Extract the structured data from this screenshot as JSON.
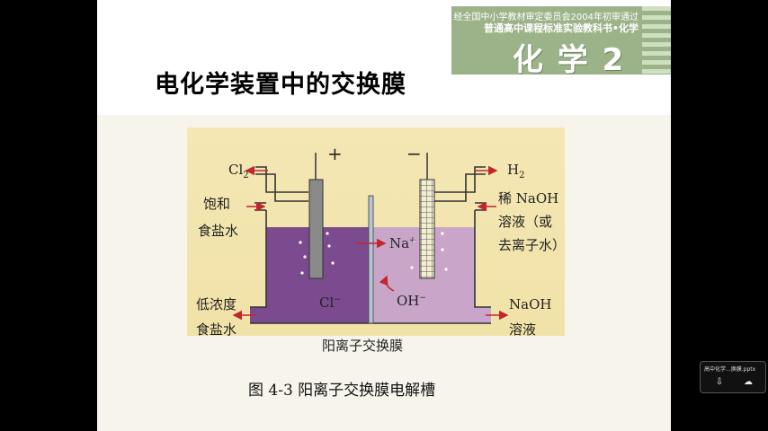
{
  "slide": {
    "title": "电化学装置中的交换膜",
    "banner": {
      "line1": "经全国中小学教材审定委员会2004年初审通过",
      "line2": "普通高中课程标准实验教科书•化学",
      "subject": "化 学 2"
    }
  },
  "diagram": {
    "plus": "+",
    "minus": "−",
    "cl2": "Cl",
    "cl2_sub": "2",
    "h2": "H",
    "h2_sub": "2",
    "left_in_1": "饱和",
    "left_in_2": "食盐水",
    "left_out_1": "低浓度",
    "left_out_2": "食盐水",
    "right_in_1": "稀 NaOH",
    "right_in_2": "溶液（或",
    "right_in_3": "去离子水）",
    "right_out_1": "NaOH",
    "right_out_2": "溶液",
    "na": "Na",
    "na_sup": "+",
    "cl_ion": "Cl",
    "cl_sup": "−",
    "oh": "OH",
    "oh_sup": "−",
    "membrane": "阳离子交换膜",
    "caption": "图 4-3    阳离子交换膜电解槽"
  },
  "popup": {
    "filename": "高中化学...换膜.pptx"
  },
  "colors": {
    "left_solution": "#7b4a8f",
    "right_solution": "#c9a6c9",
    "banner": "#9cb38a",
    "figure_bg": "#f7f4ec"
  }
}
